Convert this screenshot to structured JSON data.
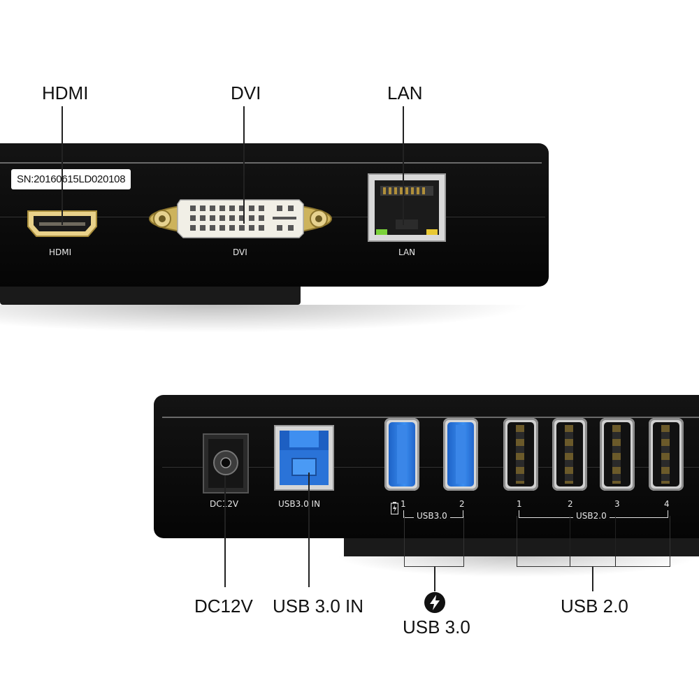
{
  "top_device": {
    "serial_sticker": "SN:20160615LD020108",
    "ports": {
      "hdmi": {
        "callout": "HDMI",
        "port_label": "HDMI"
      },
      "dvi": {
        "callout": "DVI",
        "port_label": "DVI"
      },
      "lan": {
        "callout": "LAN",
        "port_label": "LAN"
      }
    }
  },
  "bottom_device": {
    "ports": {
      "dc": {
        "callout": "DC12V",
        "port_label": "DC12V"
      },
      "usb3_in": {
        "callout": "USB 3.0 IN",
        "port_label": "USB3.0 IN"
      },
      "usb3": {
        "callout": "USB 3.0",
        "group_label": "USB3.0",
        "numbers": [
          "1",
          "2"
        ]
      },
      "usb2": {
        "callout": "USB 2.0",
        "group_label": "USB2.0",
        "numbers": [
          "1",
          "2",
          "3",
          "4"
        ]
      }
    }
  },
  "colors": {
    "device_body": "#0a0a0a",
    "usb3_blue": "#2f7fe6",
    "connector_gold": "#c9b06a",
    "lan_led_green": "#7bd13a",
    "lan_led_yellow": "#e8c832"
  },
  "icons": [
    "lightning-charge-icon",
    "battery-charge-icon"
  ]
}
